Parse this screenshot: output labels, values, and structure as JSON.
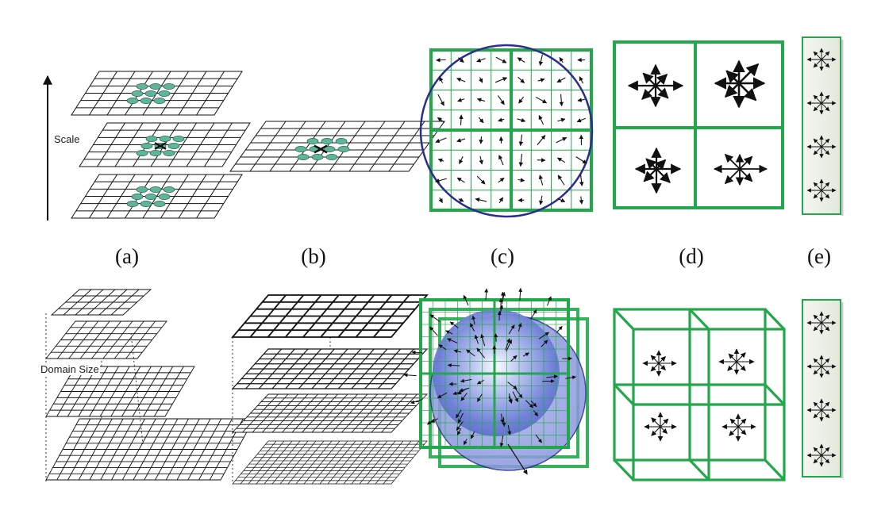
{
  "labels": {
    "scale": "Scale",
    "domain": "Domain Size"
  },
  "panels": [
    {
      "id": "a",
      "caption": "(a)"
    },
    {
      "id": "b",
      "caption": "(b)"
    },
    {
      "id": "c",
      "caption": "(c)"
    },
    {
      "id": "d",
      "caption": "(d)"
    },
    {
      "id": "e",
      "caption": "(e)"
    }
  ],
  "colors": {
    "green": "#22a84a",
    "blue": "#2b2e8c",
    "sphere": "#7f8ee0",
    "ellipse": "#5fb49a",
    "grid": "#111111"
  },
  "icons": [
    "up-arrow-icon",
    "gradient-arrow-icon",
    "orientation-histogram-icon"
  ]
}
